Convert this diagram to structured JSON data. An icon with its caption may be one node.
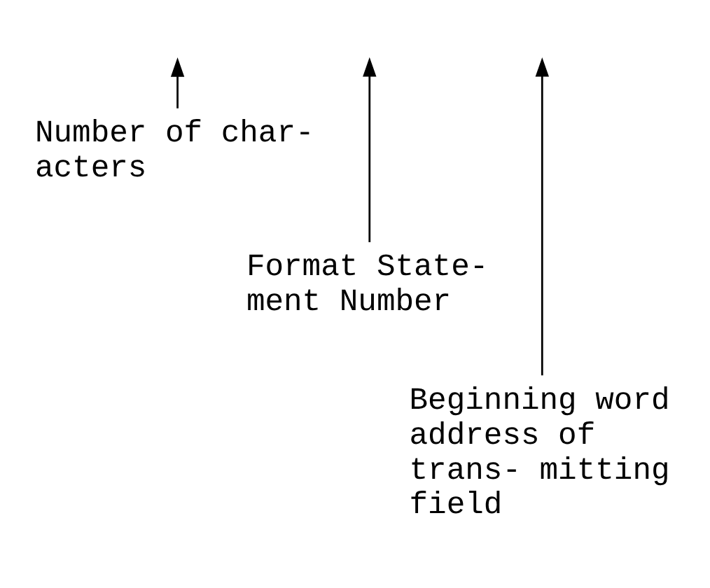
{
  "diagram": {
    "nodes": [
      {
        "text": [
          "Number of char- acters"
        ]
      },
      {
        "text": [
          "Format State- ment Number"
        ]
      },
      {
        "text": [
          "Beginning word address of trans- mitting field"
        ]
      }
    ],
    "edges": [
      {
        "from": 0,
        "to": null,
        "arrow": "to"
      },
      {
        "from": 1,
        "to": null,
        "arrow": "to"
      },
      {
        "from": 2,
        "to": null,
        "arrow": "to"
      }
    ]
  }
}
